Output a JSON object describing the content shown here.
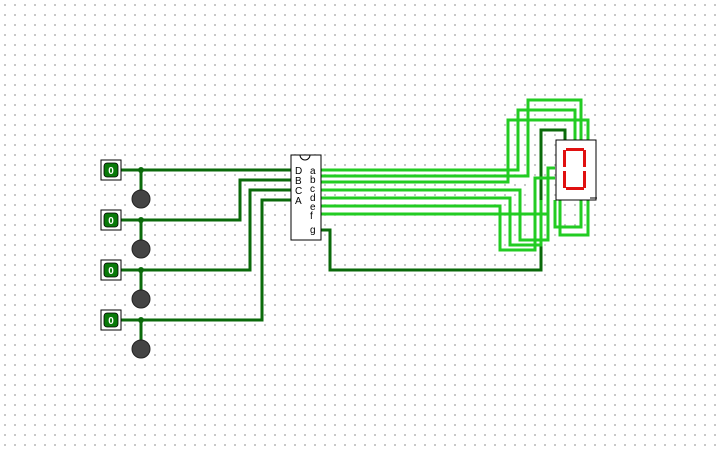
{
  "colors": {
    "wire_dark": "#0a6a0a",
    "wire_light": "#22cc22",
    "segment_on": "#e01010",
    "pin_bg": "#0a7a0a",
    "probe": "#444444"
  },
  "inputs": [
    {
      "value": "0"
    },
    {
      "value": "0"
    },
    {
      "value": "0"
    },
    {
      "value": "0"
    }
  ],
  "decoder": {
    "input_labels": [
      "D",
      "B",
      "C",
      "A"
    ],
    "output_labels": [
      "a",
      "b",
      "c",
      "d",
      "e",
      "f",
      "g"
    ]
  },
  "display": {
    "digit": "0"
  }
}
